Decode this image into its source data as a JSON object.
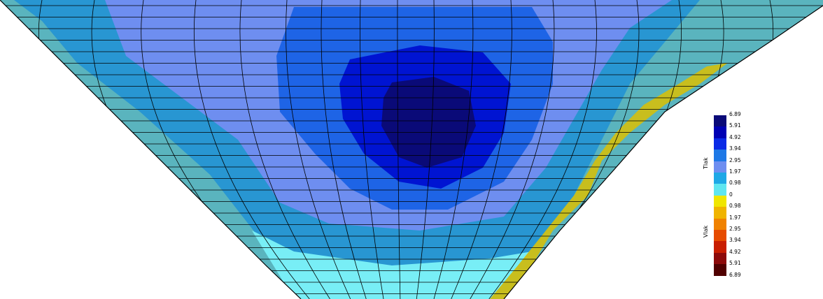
{
  "legend": {
    "upper_label": "Tlak",
    "lower_label": "Vlak",
    "ticks": [
      "6.89",
      "5.91",
      "4.92",
      "3.94",
      "2.95",
      "1.97",
      "0.98",
      "0",
      "0.98",
      "1.97",
      "2.95",
      "3.94",
      "4.92",
      "5.91",
      "6.89"
    ],
    "colors": [
      "#0a0a78",
      "#0000b4",
      "#0a2ae6",
      "#1e78e6",
      "#6e8ef0",
      "#1ea8e6",
      "#5fe6f0",
      "#f0e600",
      "#f0b400",
      "#f08200",
      "#e64b00",
      "#c81e00",
      "#8c0a0a",
      "#500000"
    ]
  },
  "contour_colors": {
    "outer_teal": "#5ab4be",
    "mid_blue": "#2896d2",
    "lavender": "#6e8ef0",
    "blue": "#1e64e6",
    "deep_blue": "#0014d2",
    "navy": "#0a0a78",
    "light_cyan": "#78eef6",
    "yellow_band": "#c8be1e"
  }
}
